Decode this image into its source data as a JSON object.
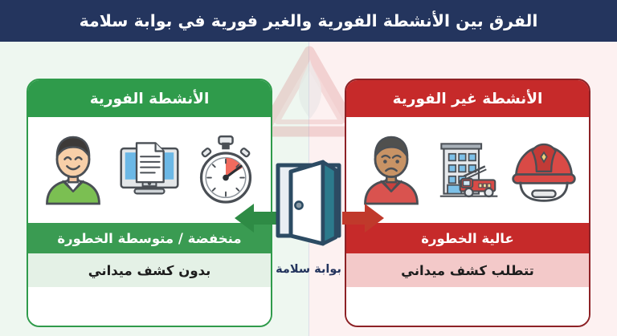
{
  "header": {
    "title": "الفرق بين الأنشطة الفورية والغير فورية في بوابة سلامة",
    "background_color": "#24355e",
    "text_color": "#ffffff"
  },
  "watermark": {
    "name": "civil-defense-flame-triangle-logo",
    "color": "#d98a8a"
  },
  "panels": {
    "left": {
      "header_label": "الأنشطة الفورية",
      "header_color": "#2f9b4b",
      "background_color": "#eaf5ec",
      "border_color": "#2f9b4b",
      "risk_label": "منخفضة / متوسطة الخطورة",
      "inspection_label": "بدون كشف ميداني",
      "icons": [
        {
          "name": "stopwatch-icon",
          "label": "stopwatch"
        },
        {
          "name": "monitor-document-icon",
          "label": "monitor-with-document"
        },
        {
          "name": "happy-person-green-icon",
          "label": "smiling-person-green-shirt"
        }
      ]
    },
    "right": {
      "header_label": "الأنشطة غير الفورية",
      "header_color": "#c62a2a",
      "background_color": "#fbe9e9",
      "border_color": "#8d2226",
      "risk_label": "عالية الخطورة",
      "inspection_label": "تتطلب كشف ميداني",
      "icons": [
        {
          "name": "fire-helmet-icon",
          "label": "firefighter-helmet"
        },
        {
          "name": "fire-truck-building-icon",
          "label": "building-with-fire-truck"
        },
        {
          "name": "unhappy-person-red-icon",
          "label": "frowning-person-red-shirt"
        }
      ]
    }
  },
  "center": {
    "gateway_icon_name": "open-door-icon",
    "caption": "بوابة سلامة",
    "caption_color": "#24355e",
    "arrow_left_color": "#2e8b45",
    "arrow_right_color": "#c0392b"
  },
  "canvas": {
    "left_background": "#eef7f0",
    "right_background": "#fdf1f1"
  }
}
